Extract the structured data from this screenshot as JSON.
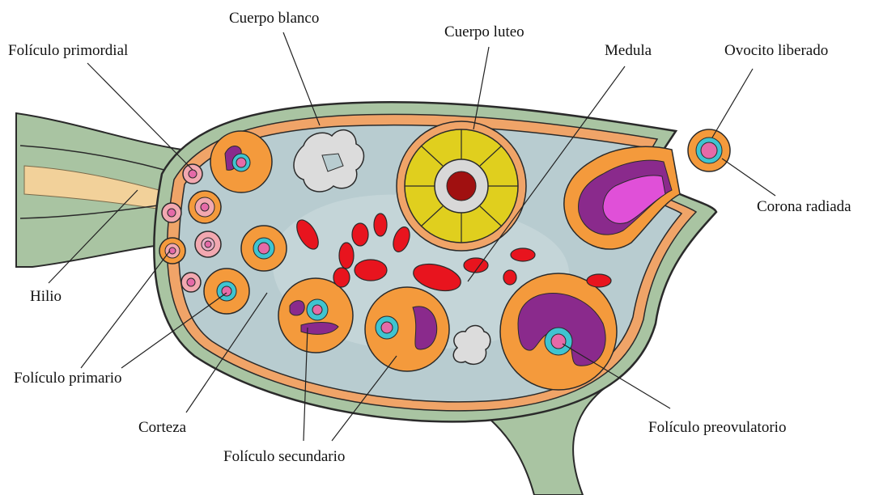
{
  "labels": {
    "cuerpo_blanco": "Cuerpo blanco",
    "cuerpo_luteo": "Cuerpo luteo",
    "foliculo_primordial": "Folículo primordial",
    "medula": "Medula",
    "ovocito_liberado": "Ovocito liberado",
    "corona_radiada": "Corona radiada",
    "hilio": "Hilio",
    "foliculo_primario": "Folículo primario",
    "corteza": "Corteza",
    "foliculo_secundario": "Folículo secundario",
    "foliculo_preovulatorio": "Folículo preovulatorio"
  },
  "colors": {
    "stroma": "#b8ccd0",
    "tunica": "#a9c4a2",
    "cortex_band": "#f0a468",
    "follicle": "#f49a3c",
    "oocyte": "#e56aa8",
    "zona_pelucida": "#3fc4d0",
    "antrum": "#8a2a8c",
    "vessel": "#e8141e",
    "corpus_luteum": "#e0cf1e",
    "corpus_albicans": "#dcdcdc"
  }
}
